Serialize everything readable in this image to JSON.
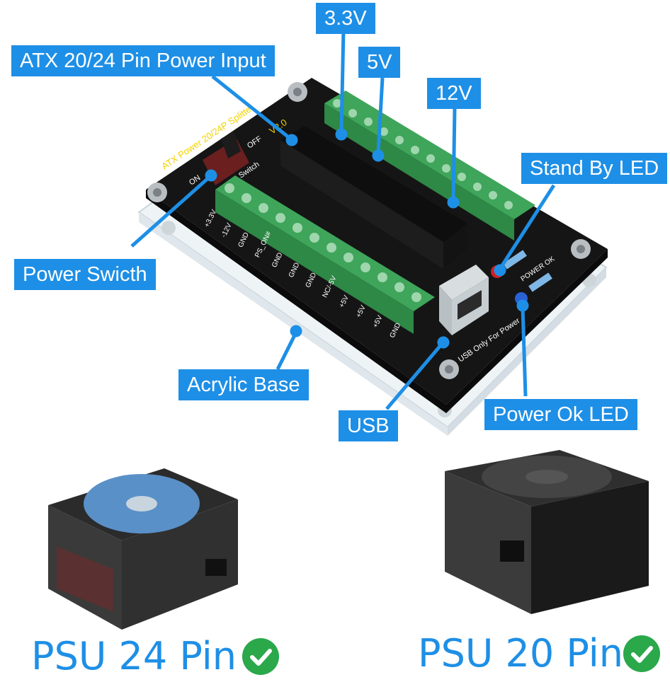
{
  "colors": {
    "accent": "#1e8fe6",
    "check": "#2aa84a",
    "board": "#151515",
    "terminal": "#3ea55a"
  },
  "callouts": {
    "v33": "3.3V",
    "atx_input": "ATX 20/24 Pin Power Input",
    "v5": "5V",
    "v12": "12V",
    "standby_led": "Stand By LED",
    "power_switch": "Power Swicth",
    "acrylic_base": "Acrylic Base",
    "usb": "USB",
    "power_ok_led": "Power Ok LED"
  },
  "board": {
    "silk_title": "ATX Power 20/24P Splitter",
    "version": "V2.0",
    "switch_label": "Switch",
    "on": "ON",
    "off": "OFF",
    "usb_note": "USB Only For Power",
    "power_ok": "POWER OK",
    "pin_labels": [
      "+3.3V",
      "-12V",
      "GND",
      "PS_ON#",
      "GND",
      "GND",
      "GND",
      "NC/-5V",
      "+5V",
      "+5V",
      "+5V",
      "GND"
    ]
  },
  "captions": {
    "psu24": "PSU 24 Pin",
    "psu20": "PSU 20 Pin"
  },
  "icons": {
    "check": "check-circle-icon"
  }
}
